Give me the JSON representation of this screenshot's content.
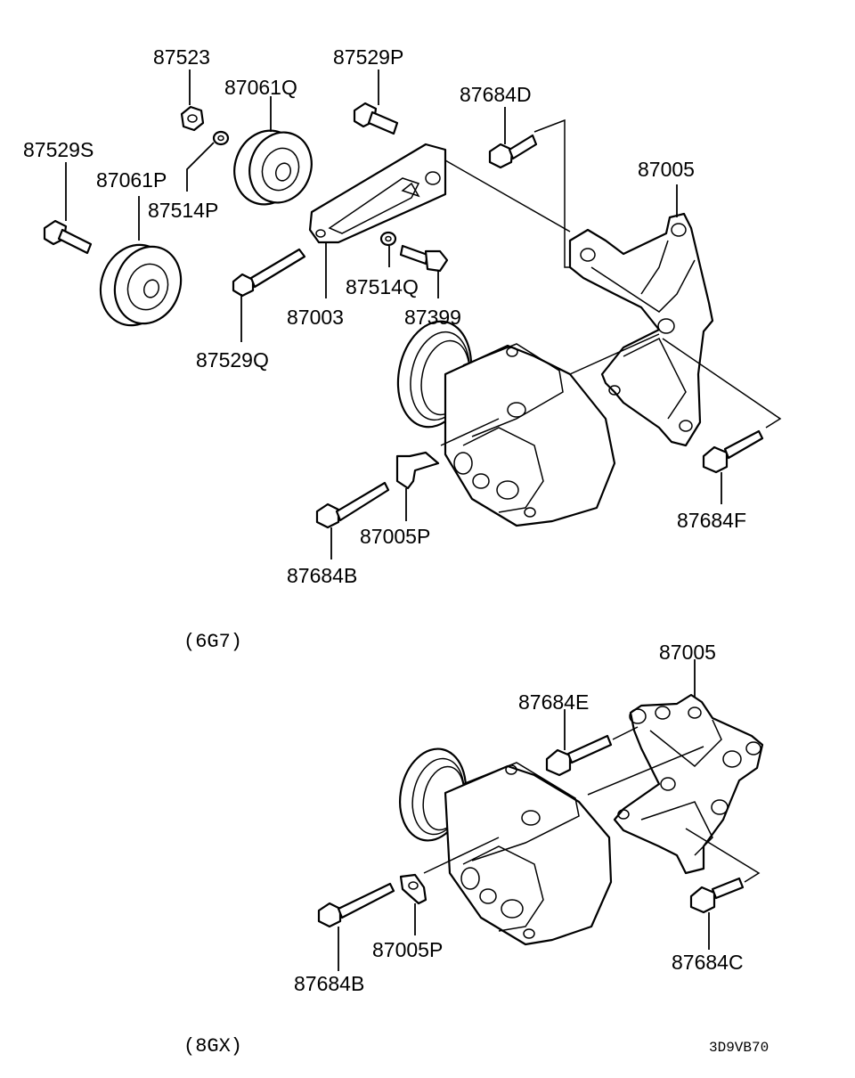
{
  "labels_6g7": [
    "87523",
    "87529P",
    "87061Q",
    "87684D",
    "87529S",
    "87061P",
    "87514P",
    "87005",
    "87514Q",
    "87003",
    "87399",
    "87529Q",
    "87684F",
    "87005P",
    "87684B"
  ],
  "caption_6g7": "(6G7)",
  "labels_8gx": [
    "87005",
    "87684E",
    "87005P",
    "87684C",
    "87684B"
  ],
  "caption_8gx": "(8GX)",
  "drawing_code": "3D9VB70"
}
